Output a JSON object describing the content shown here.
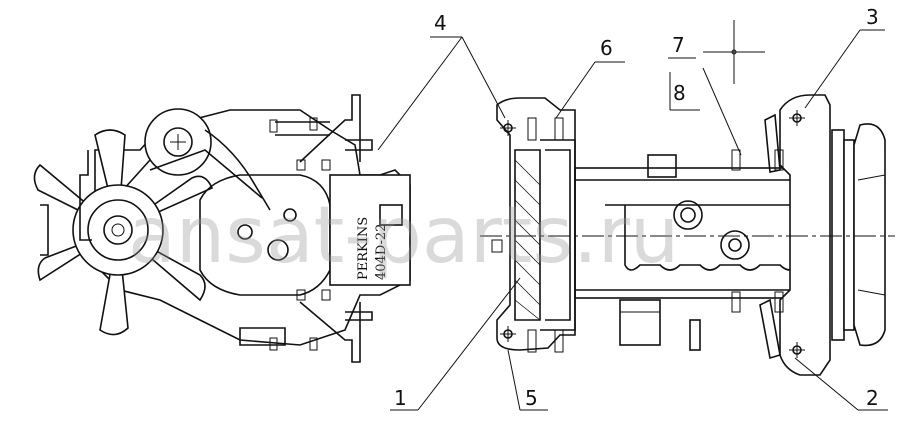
{
  "diagram": {
    "engine_label_line1": "PERKINS",
    "engine_label_line2": "404D-22",
    "callouts": [
      "1",
      "2",
      "3",
      "4",
      "5",
      "6",
      "7",
      "8"
    ],
    "watermark": "ansat-parts.ru"
  }
}
